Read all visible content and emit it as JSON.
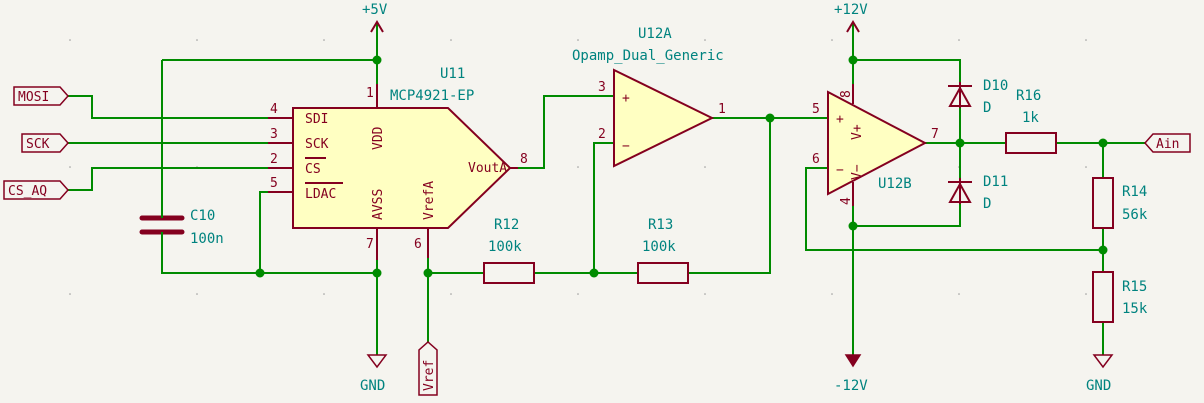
{
  "power": {
    "vcc5": "+5V",
    "vcc12": "+12V",
    "vneg12": "-12V",
    "gnd1": "GND",
    "gnd2": "GND"
  },
  "u11": {
    "ref": "U11",
    "value": "MCP4921-EP",
    "pins": {
      "sdi": "SDI",
      "sck": "SCK",
      "cs": "CS",
      "ldac": "LDAC",
      "vdd": "VDD",
      "avss": "AVSS",
      "vrefa": "VrefA",
      "vouta": "VoutA"
    },
    "pin_numbers": {
      "p1": "1",
      "p2": "2",
      "p3": "3",
      "p4": "4",
      "p5": "5",
      "p6": "6",
      "p7": "7",
      "p8": "8"
    }
  },
  "u12a": {
    "ref": "U12A",
    "value": "Opamp_Dual_Generic",
    "plus": "+",
    "minus": "−",
    "pin_numbers": {
      "p1": "1",
      "p2": "2",
      "p3": "3"
    }
  },
  "u12b": {
    "ref": "U12B",
    "plus": "+",
    "minus": "−",
    "vplus": "V+",
    "vminus": "V−",
    "pin_numbers": {
      "p4": "4",
      "p5": "5",
      "p6": "6",
      "p7": "7",
      "p8": "8"
    }
  },
  "c10": {
    "ref": "C10",
    "value": "100n"
  },
  "r12": {
    "ref": "R12",
    "value": "100k"
  },
  "r13": {
    "ref": "R13",
    "value": "100k"
  },
  "r14": {
    "ref": "R14",
    "value": "56k"
  },
  "r15": {
    "ref": "R15",
    "value": "15k"
  },
  "r16": {
    "ref": "R16",
    "value": "1k"
  },
  "d10": {
    "ref": "D10",
    "value": "D"
  },
  "d11": {
    "ref": "D11",
    "value": "D"
  },
  "labels": {
    "mosi": "MOSI",
    "sck": "SCK",
    "cs_aq": "CS_AQ",
    "vref": "Vref",
    "ain": "Ain"
  },
  "colors": {
    "wire": "#008b00",
    "component": "#84001f",
    "component_fill": "#ffffc2",
    "text": "#00837f",
    "background": "#f5f4ef"
  }
}
